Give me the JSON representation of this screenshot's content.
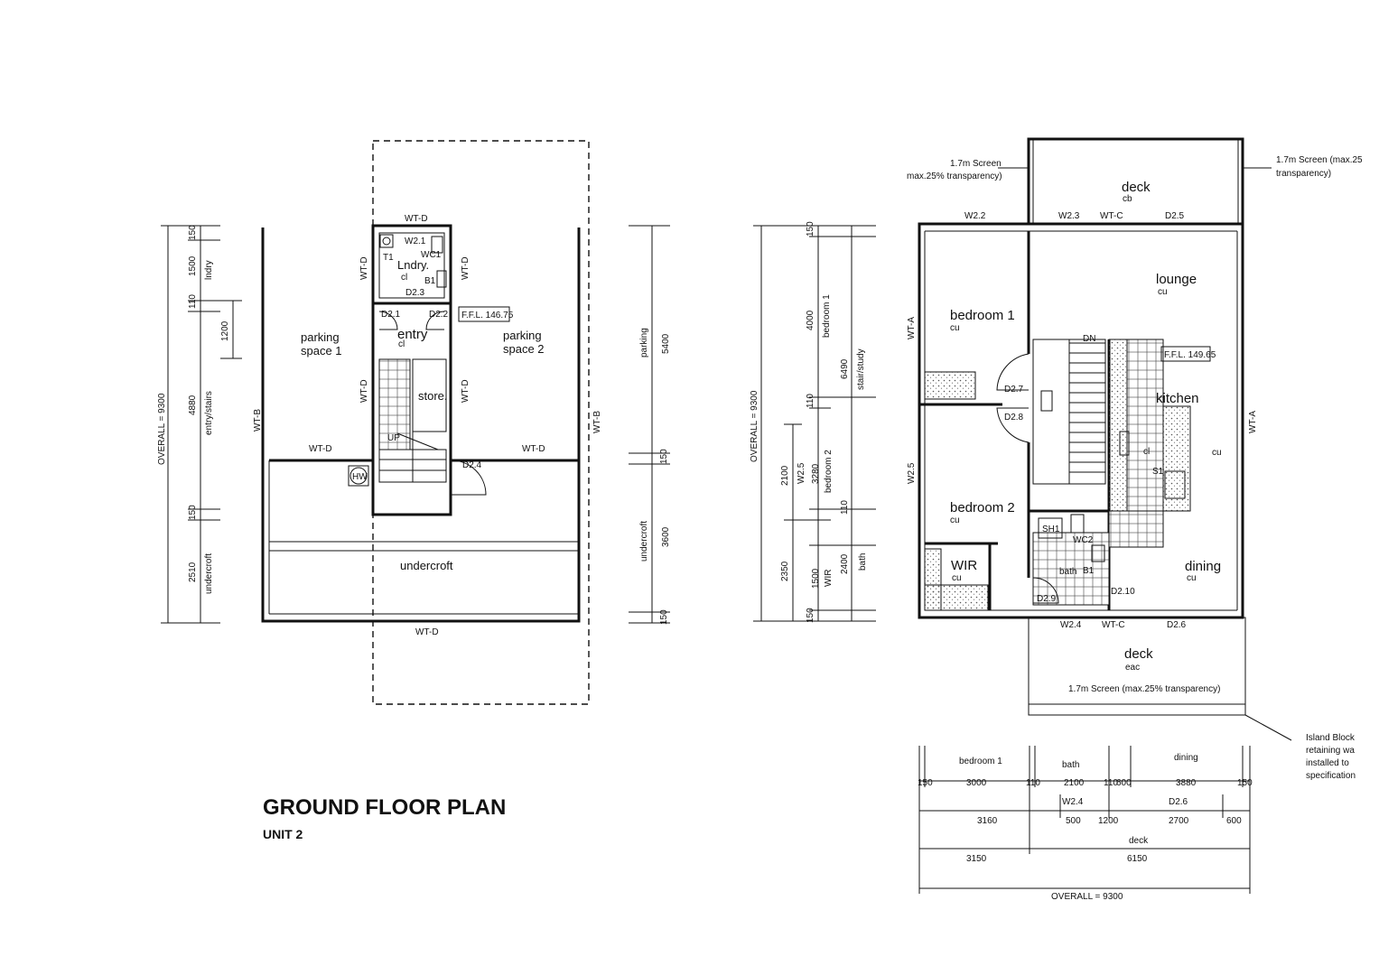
{
  "title": {
    "main": "GROUND FLOOR PLAN",
    "sub": "UNIT 2"
  },
  "ground": {
    "walls": {
      "top": "WT-D",
      "bottom": "WT-D",
      "left": "WT-B",
      "right": "WT-B",
      "core_left": "WT-D",
      "core_right": "WT-D",
      "core_left_low": "WT-D",
      "core_right_low": "WT-D",
      "mid_left": "WT-D",
      "mid_right": "WT-D"
    },
    "rooms": {
      "parking1_a": "parking",
      "parking1_b": "space 1",
      "parking2_a": "parking",
      "parking2_b": "space 2",
      "entry": "entry",
      "entry_tag": "cl",
      "store": "store.",
      "laundry": "Lndry.",
      "laundry_tag": "cl",
      "undercroft": "undercroft",
      "hw": "HW"
    },
    "labels": {
      "w21": "W2.1",
      "wc1": "WC1",
      "t1": "T1",
      "b1": "B1",
      "d21": "D2.1",
      "d22": "D2.2",
      "d23": "D2.3",
      "d24": "D2.4",
      "ffl": "F.F.L. 146.75",
      "up": "UP"
    },
    "dims_left": {
      "d1": "150",
      "d2": "1500",
      "d3": "110",
      "d4": "1200",
      "d5": "4880",
      "d6": "150",
      "d7": "2510",
      "overall": "OVERALL = 9300",
      "lndry": "lndry",
      "entry_stairs": "entry/stairs",
      "undercroft": "undercroft"
    },
    "dims_right": {
      "parking": "parking",
      "v5400": "5400",
      "v150a": "150",
      "undercroft": "undercroft",
      "v3600": "3600",
      "v150b": "150"
    }
  },
  "upper": {
    "walls": {
      "wta_left": "WT-A",
      "wta_right": "WT-A",
      "w25": "W2.5",
      "wtc_top": "WT-C",
      "wtc_bot": "WT-C"
    },
    "rooms": {
      "deck_top": "deck",
      "deck_top_tag": "cb",
      "lounge": "lounge",
      "lounge_tag": "cu",
      "bedroom1": "bedroom 1",
      "bedroom1_tag": "cu",
      "bedroom2": "bedroom 2",
      "bedroom2_tag": "cu",
      "wir": "WIR",
      "wir_tag": "cu",
      "kitchen": "kitchen",
      "kitchen_tag": "cu",
      "dining": "dining",
      "dining_tag": "cu",
      "bath": "bath",
      "deck_bot": "deck",
      "deck_bot_tag": "eac"
    },
    "labels": {
      "w22": "W2.2",
      "w23": "W2.3",
      "d25": "D2.5",
      "d27": "D2.7",
      "d28": "D2.8",
      "d29": "D2.9",
      "d210": "D2.10",
      "w24": "W2.4",
      "d26": "D2.6",
      "sh1": "SH1",
      "wc2": "WC2",
      "b1": "B1",
      "s1": "S1",
      "cl": "cl",
      "ffl": "F.F.L. 149.65",
      "dn": "DN"
    },
    "screens": {
      "left": "1.7m Screen",
      "left2": "max.25% transparency)",
      "right": "1.7m Screen (max.25",
      "right2": "transparency)",
      "bottom": "1.7m Screen (max.25% transparency)"
    },
    "retaining": {
      "l1": "Island Block",
      "l2": "retaining wa",
      "l3": "installed to",
      "l4": "specification"
    },
    "dims_left": {
      "overall": "OVERALL = 9300",
      "d150a": "150",
      "d4000": "4000",
      "bedroom1": "bedroom 1",
      "d6490": "6490",
      "stair_study": "stair/study",
      "d110a": "110",
      "d2100": "2100",
      "w25": "W2.5",
      "d3280": "3280",
      "bedroom2": "bedroom 2",
      "d110b": "110",
      "d2350": "2350",
      "d1500": "1500",
      "wir": "WIR",
      "d2400": "2400",
      "bath": "bath",
      "d150b": "150"
    },
    "dims_bottom": {
      "bedroom1": "bedroom 1",
      "bath": "bath",
      "dining": "dining",
      "r1": [
        "150",
        "3000",
        "110",
        "2100",
        "110",
        "600",
        "3880",
        "150"
      ],
      "w24": "W2.4",
      "d26": "D2.6",
      "r2": [
        "3160",
        "500",
        "1200",
        "2700",
        "600"
      ],
      "deck": "deck",
      "r3": [
        "3150",
        "6150"
      ],
      "overall": "OVERALL = 9300"
    }
  }
}
